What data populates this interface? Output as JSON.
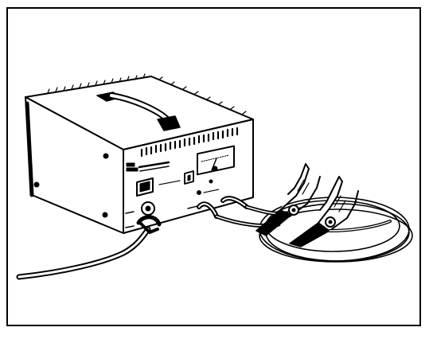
{
  "colors": {
    "line": "#000000",
    "background": "#ffffff"
  },
  "panel_text": {
    "brand": "",
    "model": "",
    "meter_label": ""
  },
  "icons": [
    "battery-charger-body",
    "carry-handle",
    "ammeter",
    "power-switch",
    "battery-clamp-positive",
    "battery-clamp-negative",
    "power-cord"
  ]
}
